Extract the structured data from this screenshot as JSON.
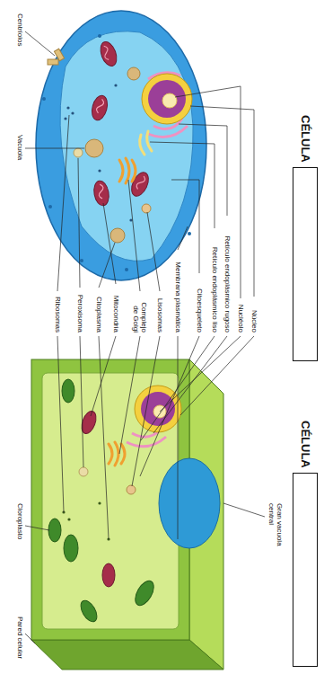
{
  "diagram": {
    "nodes": [
      {
        "text": [
          "CÉLULA"
        ]
      },
      {
        "text": [
          "CÉLULA"
        ]
      }
    ],
    "labels": [
      "Centríolos",
      "Vacuola",
      "Núcleo",
      "Nucléolo",
      "Retículo endoplásmico rugoso",
      "Retículo endoplásmico liso",
      "Citoesqueleto",
      "Membrana plasmática",
      "Lisosomas",
      "Complejo de Golgi",
      "Mitocondria",
      "Citoplasma",
      "Peroxisoma",
      "Ribosomas",
      "Gran vacuola central",
      "Cloroplasto",
      "Pared celular"
    ]
  }
}
